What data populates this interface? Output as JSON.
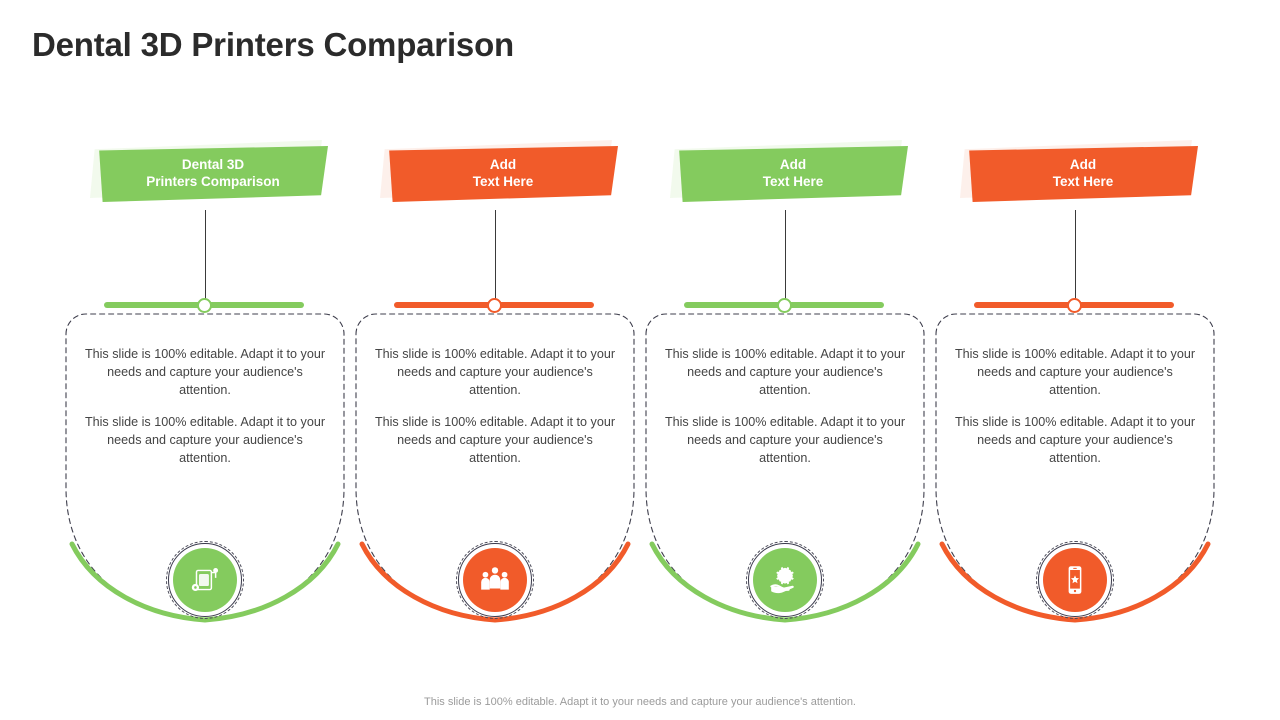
{
  "slide": {
    "title": "Dental 3D Printers Comparison",
    "footer_note": "This slide is 100% editable. Adapt it to your needs and capture your audience's attention."
  },
  "colors": {
    "green": "#84CB5E",
    "green_light": "#C6E6AE",
    "orange": "#F15B2A",
    "orange_light": "#F8BCA5",
    "title": "#2b2b2b",
    "body_text": "#444444",
    "footer_text": "#9b9b9b",
    "dash_outline": "#4a4a58"
  },
  "body_paragraph": "This slide is 100% editable. Adapt it to your needs and capture your audience's attention.",
  "columns": [
    {
      "banner_label": "Dental 3D\nPrinters Comparison",
      "accent": "#84CB5E",
      "accent_light": "#C6E6AE",
      "icon_name": "printer-settings-icon",
      "paragraphs": [
        "This slide is 100% editable. Adapt it to your needs and capture your audience's attention.",
        "This slide is 100% editable. Adapt it to your needs and capture your audience's attention."
      ]
    },
    {
      "banner_label": "Add\nText Here",
      "accent": "#F15B2A",
      "accent_light": "#F8BCA5",
      "icon_name": "people-group-icon",
      "paragraphs": [
        "This slide is 100% editable. Adapt it to your needs and capture your audience's attention.",
        "This slide is 100% editable. Adapt it to your needs and capture your audience's attention."
      ]
    },
    {
      "banner_label": "Add\nText Here",
      "accent": "#84CB5E",
      "accent_light": "#C6E6AE",
      "icon_name": "hand-holding-gear-icon",
      "paragraphs": [
        "This slide is 100% editable. Adapt it to your needs and capture your audience's attention.",
        "This slide is 100% editable. Adapt it to your needs and capture your audience's attention."
      ]
    },
    {
      "banner_label": "Add\nText Here",
      "accent": "#F15B2A",
      "accent_light": "#F8BCA5",
      "icon_name": "mobile-phone-icon",
      "paragraphs": [
        "This slide is 100% editable. Adapt it to your needs and capture your audience's attention.",
        "This slide is 100% editable. Adapt it to your needs and capture your audience's attention."
      ]
    }
  ]
}
